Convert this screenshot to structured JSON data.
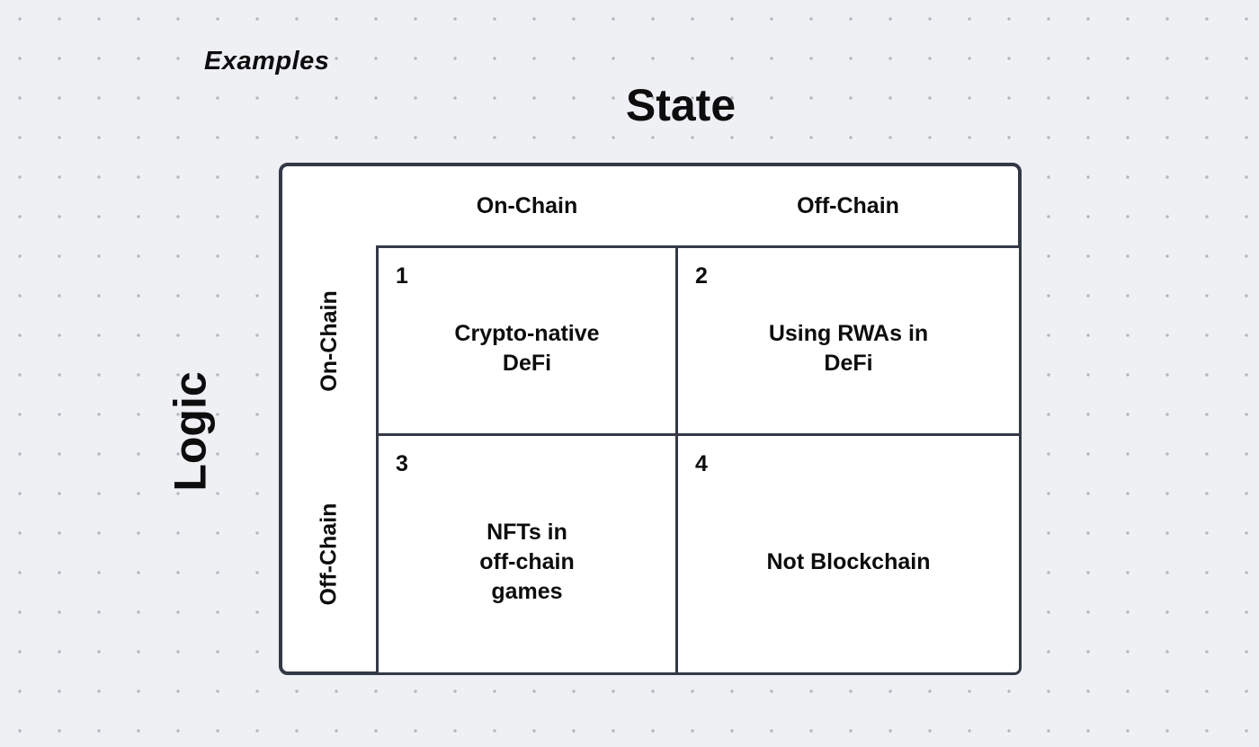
{
  "canvas": {
    "examples_label": "Examples"
  },
  "matrix": {
    "x_axis_title": "State",
    "y_axis_title": "Logic",
    "column_headers": [
      "On-Chain",
      "Off-Chain"
    ],
    "row_headers": [
      "On-Chain",
      "Off-Chain"
    ],
    "quadrants": [
      {
        "number": "1",
        "label": "Crypto-native\nDeFi"
      },
      {
        "number": "2",
        "label": "Using RWAs in\nDeFi"
      },
      {
        "number": "3",
        "label": "NFTs in\noff-chain\ngames"
      },
      {
        "number": "4",
        "label": "Not Blockchain"
      }
    ]
  },
  "colors": {
    "background": "#eef0f3",
    "dot": "#b3b6bd",
    "stroke": "#333945",
    "text": "#0d0d0d",
    "cell_fill": "#ffffff"
  }
}
